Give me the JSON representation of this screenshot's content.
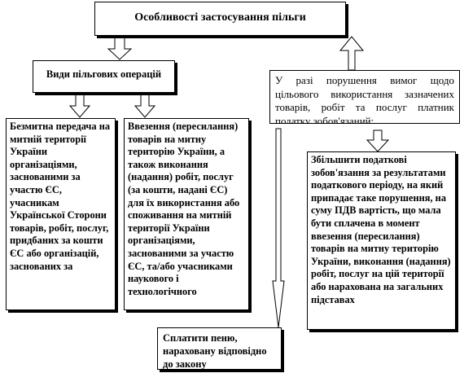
{
  "title": "Особливості застосування пільги",
  "types_header": "Види пільгових операцій",
  "left_box": "Безмитна передача на митній території  України організаціями, заснованими  за участю ЄС, учасникам Української Сторони  товарів, робіт, послуг, придбаних за кошти ЄС або організацій, заснованих за",
  "middle_box": "Ввезення (пересилання) товарів на митну територію України, а також виконання (надання) робіт, послуг (за кошти, надані ЄС) для їх використання або споживання на митній території України організаціями, заснованими за участю ЄС, та/або учасниками наукового і технологічного",
  "violation_box": "У разі порушення вимог щодо цільового використання зазначених товарів, робіт та послуг платник податку зобов'язаний:",
  "increase_box": "Збільшити  податкові зобов'язання за результатами податкового періоду, на який припадає  таке порушення, на суму ПДВ вартість, що мала бути сплачена в момент ввезення (пересилання) товарів на митну територію України, виконання (надання) робіт, послуг на цій території або нарахована на загальних підставах",
  "pay_box": "Сплатити пеню, нараховану відповідно до закону"
}
